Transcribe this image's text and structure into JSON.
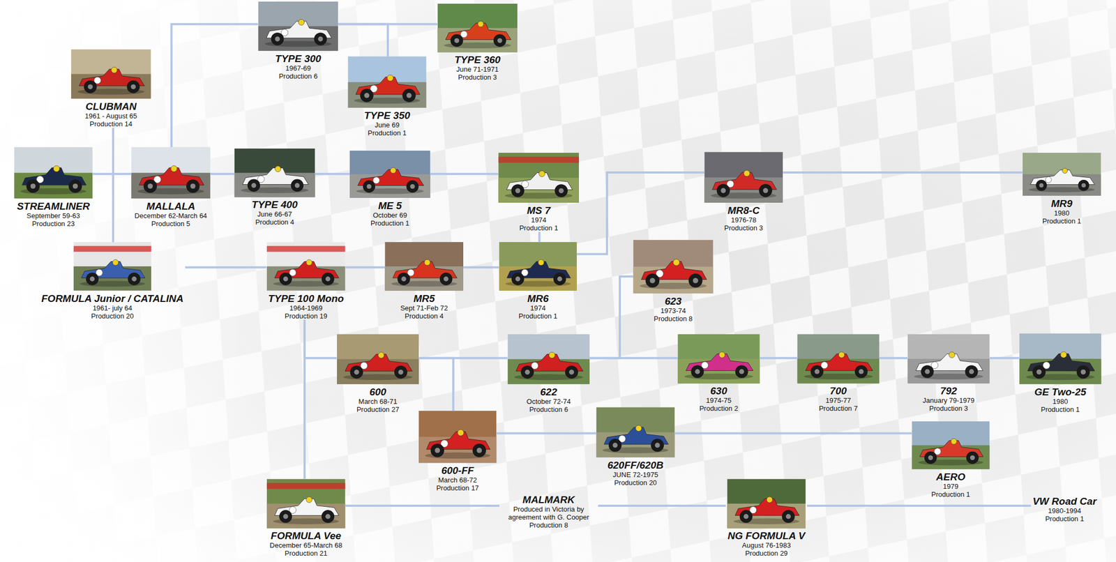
{
  "diagram": {
    "nodes": [
      {
        "text": [
          "CLUBMAN",
          "1961 - August 65",
          "Production 14"
        ]
      },
      {
        "text": [
          "STREAMLINER",
          "September 59-63",
          "Production 23"
        ]
      },
      {
        "text": [
          "MALLALA",
          "December 62-March 64",
          "Production 5"
        ]
      },
      {
        "text": [
          "FORMULA Junior / CATALINA",
          "1961- july 64",
          "Production 20"
        ]
      },
      {
        "text": [
          "TYPE 300",
          "1967-69",
          "Production 6"
        ]
      },
      {
        "text": [
          "TYPE 350",
          "June 69",
          "Production 1"
        ]
      },
      {
        "text": [
          "TYPE 360",
          "June 71-1971",
          "Production 3"
        ]
      },
      {
        "text": [
          "TYPE 400",
          "June 66-67",
          "Production 4"
        ]
      },
      {
        "text": [
          "ME 5",
          "October 69",
          "Production 1"
        ]
      },
      {
        "text": [
          "TYPE 100 Mono",
          "1964-1969",
          "Production 19"
        ]
      },
      {
        "text": [
          "MR5",
          "Sept 71-Feb 72",
          "Production 4"
        ]
      },
      {
        "text": [
          "MS 7",
          "1974",
          "Production 1"
        ]
      },
      {
        "text": [
          "MR6",
          "1974",
          "Production 1"
        ]
      },
      {
        "text": [
          "MR8-C",
          "1976-78",
          "Production 3"
        ]
      },
      {
        "text": [
          "MR9",
          "1980",
          "Production 1"
        ]
      },
      {
        "text": [
          "623",
          "1973-74",
          "Production 8"
        ]
      },
      {
        "text": [
          "600",
          "March 68-71",
          "Production 27"
        ]
      },
      {
        "text": [
          "622",
          "October 72-74",
          "Production 6"
        ]
      },
      {
        "text": [
          "630",
          "1974-75",
          "Production 2"
        ]
      },
      {
        "text": [
          "700",
          "1975-77",
          "Production 7"
        ]
      },
      {
        "text": [
          "792",
          "January 79-1979",
          "Production 3"
        ]
      },
      {
        "text": [
          "GE Two-25",
          "1980",
          "Production 1"
        ]
      },
      {
        "text": [
          "600-FF",
          "March 68-72",
          "Production 17"
        ]
      },
      {
        "text": [
          "620FF/620B",
          "JUNE 72-1975",
          "Production 20"
        ]
      },
      {
        "text": [
          "AERO",
          "1979",
          "Production 1"
        ]
      },
      {
        "text": [
          "FORMULA Vee",
          "December 65-March 68",
          "Production 21"
        ]
      },
      {
        "text": [
          "MALMARK",
          "Produced in Victoria by agreement with G. Cooper",
          "Production 8"
        ]
      },
      {
        "text": [
          "NG FORMULA V",
          "August 76-1983",
          "Production 29"
        ]
      },
      {
        "text": [
          "VW Road Car",
          "1980-1994",
          "Production 1"
        ]
      }
    ],
    "edges": [
      {
        "from": 0,
        "to": 3,
        "arrow": "none"
      },
      {
        "from": 1,
        "to": 2,
        "arrow": "none"
      },
      {
        "from": 2,
        "to": 4,
        "arrow": "none"
      },
      {
        "from": 2,
        "to": 7,
        "arrow": "none"
      },
      {
        "from": 4,
        "to": 6,
        "arrow": "none"
      },
      {
        "from": 4,
        "to": 5,
        "arrow": "none"
      },
      {
        "from": 7,
        "to": 8,
        "arrow": "none"
      },
      {
        "from": 8,
        "to": 11,
        "arrow": "none"
      },
      {
        "from": 3,
        "to": 9,
        "arrow": "none"
      },
      {
        "from": 9,
        "to": 10,
        "arrow": "none"
      },
      {
        "from": 10,
        "to": 12,
        "arrow": "none"
      },
      {
        "from": 11,
        "to": 12,
        "arrow": "none"
      },
      {
        "from": 12,
        "to": 13,
        "arrow": "none"
      },
      {
        "from": 13,
        "to": 14,
        "arrow": "none"
      },
      {
        "from": 9,
        "to": 16,
        "arrow": "none"
      },
      {
        "from": 9,
        "to": 25,
        "arrow": "none"
      },
      {
        "from": 16,
        "to": 17,
        "arrow": "none"
      },
      {
        "from": 16,
        "to": 22,
        "arrow": "none"
      },
      {
        "from": 17,
        "to": 18,
        "arrow": "none"
      },
      {
        "from": 17,
        "to": 15,
        "arrow": "none"
      },
      {
        "from": 18,
        "to": 19,
        "arrow": "none"
      },
      {
        "from": 19,
        "to": 20,
        "arrow": "none"
      },
      {
        "from": 20,
        "to": 21,
        "arrow": "none"
      },
      {
        "from": 22,
        "to": 23,
        "arrow": "none"
      },
      {
        "from": 23,
        "to": 24,
        "arrow": "none"
      },
      {
        "from": 25,
        "to": 26,
        "arrow": "none"
      },
      {
        "from": 26,
        "to": 27,
        "arrow": "none"
      },
      {
        "from": 27,
        "to": 28,
        "arrow": "none"
      }
    ]
  }
}
